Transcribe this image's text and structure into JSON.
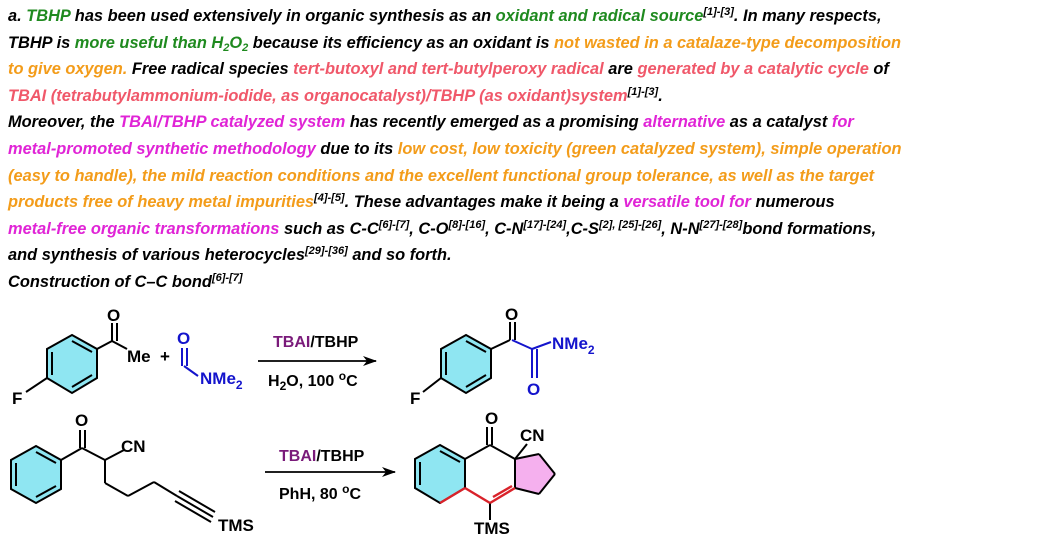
{
  "paragraph": {
    "l1": {
      "a": "a. ",
      "tbhp": "TBHP",
      "b": " has been used extensively in organic synthesis as an ",
      "oxidant": "oxidant and radical source",
      "ref": "[1]-[3]",
      "c": ". In many respects,"
    },
    "l2": {
      "a": "TBHP is ",
      "more": "more useful than H",
      "sub2a": "2",
      "o": "O",
      "sub2b": "2",
      "b": " because its efficiency as an oxidant is ",
      "notwasted": "not wasted in a catalaze-type decomposition"
    },
    "l3": {
      "togive": "to give oxygen.",
      "a": " Free radical species ",
      "radicals": "tert-butoxyl and tert-butylperoxy radical",
      "b": " are ",
      "generated": "generated by a catalytic cycle",
      "c": " of"
    },
    "l4": {
      "tbai": "TBAI (tetrabutylammonium-iodide, as organocatalyst)/TBHP (as oxidant)system",
      "ref": "[1]-[3]",
      "end": "."
    },
    "l5": {
      "a": "Moreover, the ",
      "system": "TBAI/TBHP catalyzed system",
      "b": " has recently emerged as a promising ",
      "alt": "alternative",
      "c": " as a catalyst ",
      "for": "for"
    },
    "l6": {
      "metal": "metal-promoted synthetic methodology",
      "a": " due to its ",
      "low": "low cost, low toxicity (green catalyzed system), simple operation"
    },
    "l7": {
      "easy": "(easy to handle), the mild reaction conditions and the excellent functional group tolerance, as well as the target"
    },
    "l8": {
      "products": "products free of heavy metal impurities",
      "ref": "[4]-[5]",
      "a": ". These advantages make it being a ",
      "versatile": "versatile tool for",
      "b": " numerous"
    },
    "l9": {
      "mf": "metal-free organic transformations",
      "a": " such as C-C",
      "r1": "[6]-[7]",
      "b": ", C-O",
      "r2": "[8]-[16]",
      "c": ", C-N",
      "r3": "[17]-[24]",
      "d": ",C-S",
      "r4": "[2], [25]-[26]",
      "e": ", N-N",
      "r5": "[27]-[28]",
      "f": "bond formations,"
    },
    "l10": {
      "a": "and synthesis of various heterocycles",
      "ref": "[29]-[36]",
      "b": " and so forth."
    },
    "l11": {
      "a": "Construction of C–C bond",
      "ref": "[6]-[7]"
    }
  },
  "scheme": {
    "reaction1": {
      "reactant1": {
        "o": "O",
        "me": "Me",
        "f": "F"
      },
      "plus": "+",
      "reactant2": {
        "o": "O",
        "n": "NMe",
        "sub": "2"
      },
      "arrow_top": {
        "tbai": "TBAI",
        "rest": "/TBHP"
      },
      "arrow_bottom": {
        "h": "H",
        "sub": "2",
        "rest": "O, 100 ",
        "deg": "o",
        "c": "C"
      },
      "product": {
        "o1": "O",
        "o2": "O",
        "n": "NMe",
        "sub": "2",
        "f": "F"
      }
    },
    "reaction2": {
      "reactant": {
        "o": "O",
        "cn": "CN",
        "tms": "TMS"
      },
      "arrow_top": {
        "tbai": "TBAI",
        "rest": "/TBHP"
      },
      "arrow_bottom": {
        "rest": "PhH, 80 ",
        "deg": "o",
        "c": "C"
      },
      "product": {
        "o": "O",
        "cn": "CN",
        "tms": "TMS"
      }
    }
  },
  "colors": {
    "green": "#1f8a1f",
    "orange": "#f39c1a",
    "pinkred": "#f0586a",
    "magenta": "#e024d6",
    "blue": "#1414cc",
    "purple": "#7a1a7a",
    "ringcyan": "#8fe6f2",
    "ringpink": "#f5b0ee",
    "bondred": "#d9222a"
  }
}
